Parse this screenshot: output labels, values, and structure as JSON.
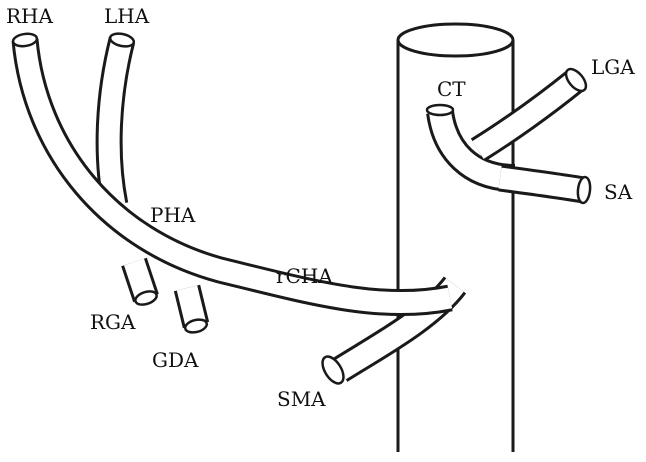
{
  "labels": {
    "rha": "RHA",
    "lha": "LHA",
    "pha": "PHA",
    "rcha": "rCHA",
    "rga": "RGA",
    "gda": "GDA",
    "sma": "SMA",
    "ct": "CT",
    "lga": "LGA",
    "sa": "SA"
  },
  "colors": {
    "stroke": "#1a1a1a",
    "fill": "#ffffff",
    "text": "#111111"
  }
}
